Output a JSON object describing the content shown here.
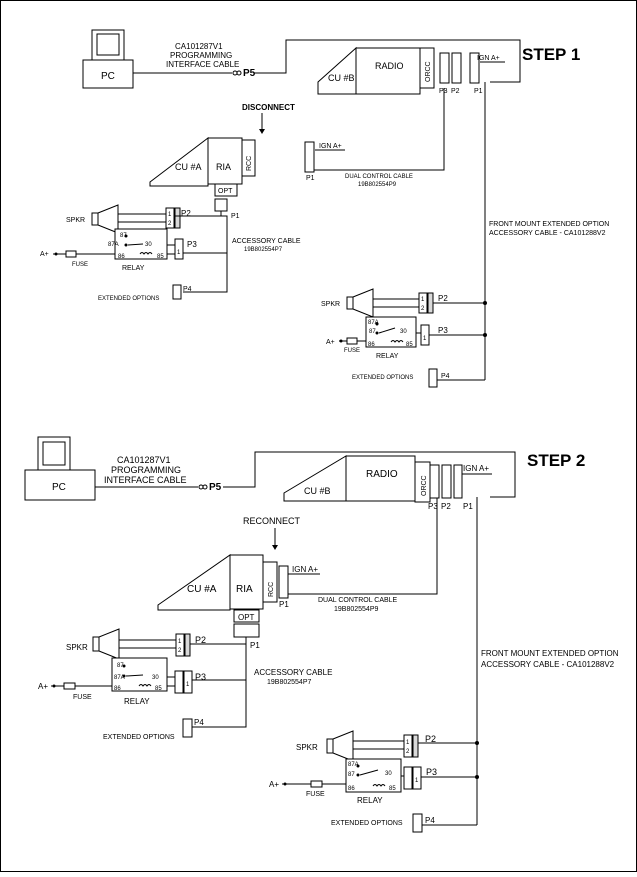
{
  "step1": {
    "title": "STEP 1",
    "pc": "PC",
    "cable_line1": "CA101287V1",
    "cable_line2": "PROGRAMMING",
    "cable_line3": "INTERFACE CABLE",
    "p5": "P5",
    "cu_b": "CU #B",
    "radio": "RADIO",
    "orcc": "ORCC",
    "ign": "IGN A+",
    "p3": "P3",
    "p2": "P2",
    "p1": "P1",
    "action": "DISCONNECT",
    "cu_a": "CU #A",
    "ria": "RIA",
    "rcc": "RCC",
    "opt": "OPT",
    "ria_p1": "P1",
    "loose_ign": "IGN A+",
    "loose_p1": "P1",
    "dual_line1": "DUAL CONTROL CABLE",
    "dual_line2": "19B802554P9",
    "spkr": "SPKR",
    "acc_p2": "P2",
    "acc_p3": "P3",
    "acc_p4": "P4",
    "a_plus": "A+",
    "fuse": "FUSE",
    "relay": "RELAY",
    "r87": "87",
    "r87a": "87A",
    "r30": "30",
    "r86": "86",
    "r85": "85",
    "pin1": "1",
    "pin2": "2",
    "acc_line1": "ACCESSORY CABLE",
    "acc_line2": "19B802554P7",
    "ext": "EXTENDED OPTIONS",
    "front_line1": "FRONT MOUNT EXTENDED OPTION",
    "front_line2": "ACCESSORY CABLE - CA101288V2",
    "right_spkr": "SPKR",
    "right_p2": "P2",
    "right_p3": "P3",
    "right_p4": "P4",
    "right_a_plus": "A+",
    "right_fuse": "FUSE",
    "right_relay": "RELAY",
    "right_ext": "EXTENDED OPTIONS"
  },
  "step2": {
    "title": "STEP 2",
    "pc": "PC",
    "cable_line1": "CA101287V1",
    "cable_line2": "PROGRAMMING",
    "cable_line3": "INTERFACE CABLE",
    "p5": "P5",
    "cu_b": "CU #B",
    "radio": "RADIO",
    "orcc": "ORCC",
    "ign": "IGN A+",
    "p3": "P3",
    "p2": "P2",
    "p1": "P1",
    "action": "RECONNECT",
    "cu_a": "CU #A",
    "ria": "RIA",
    "rcc": "RCC",
    "opt": "OPT",
    "ria_ign": "IGN A+",
    "ria_p1": "P1",
    "opt_p1": "P1",
    "dual_line1": "DUAL CONTROL CABLE",
    "dual_line2": "19B802554P9",
    "spkr": "SPKR",
    "acc_p2": "P2",
    "acc_p3": "P3",
    "acc_p4": "P4",
    "a_plus": "A+",
    "fuse": "FUSE",
    "relay": "RELAY",
    "r87": "87",
    "r87a": "87A",
    "r30": "30",
    "r86": "86",
    "r85": "85",
    "pin1": "1",
    "pin2": "2",
    "acc_line1": "ACCESSORY CABLE",
    "acc_line2": "19B802554P7",
    "ext": "EXTENDED OPTIONS",
    "front_line1": "FRONT MOUNT EXTENDED OPTION",
    "front_line2": "ACCESSORY CABLE - CA101288V2",
    "right_spkr": "SPKR",
    "right_p2": "P2",
    "right_p3": "P3",
    "right_p4": "P4",
    "right_a_plus": "A+",
    "right_fuse": "FUSE",
    "right_relay": "RELAY",
    "right_ext": "EXTENDED OPTIONS"
  }
}
